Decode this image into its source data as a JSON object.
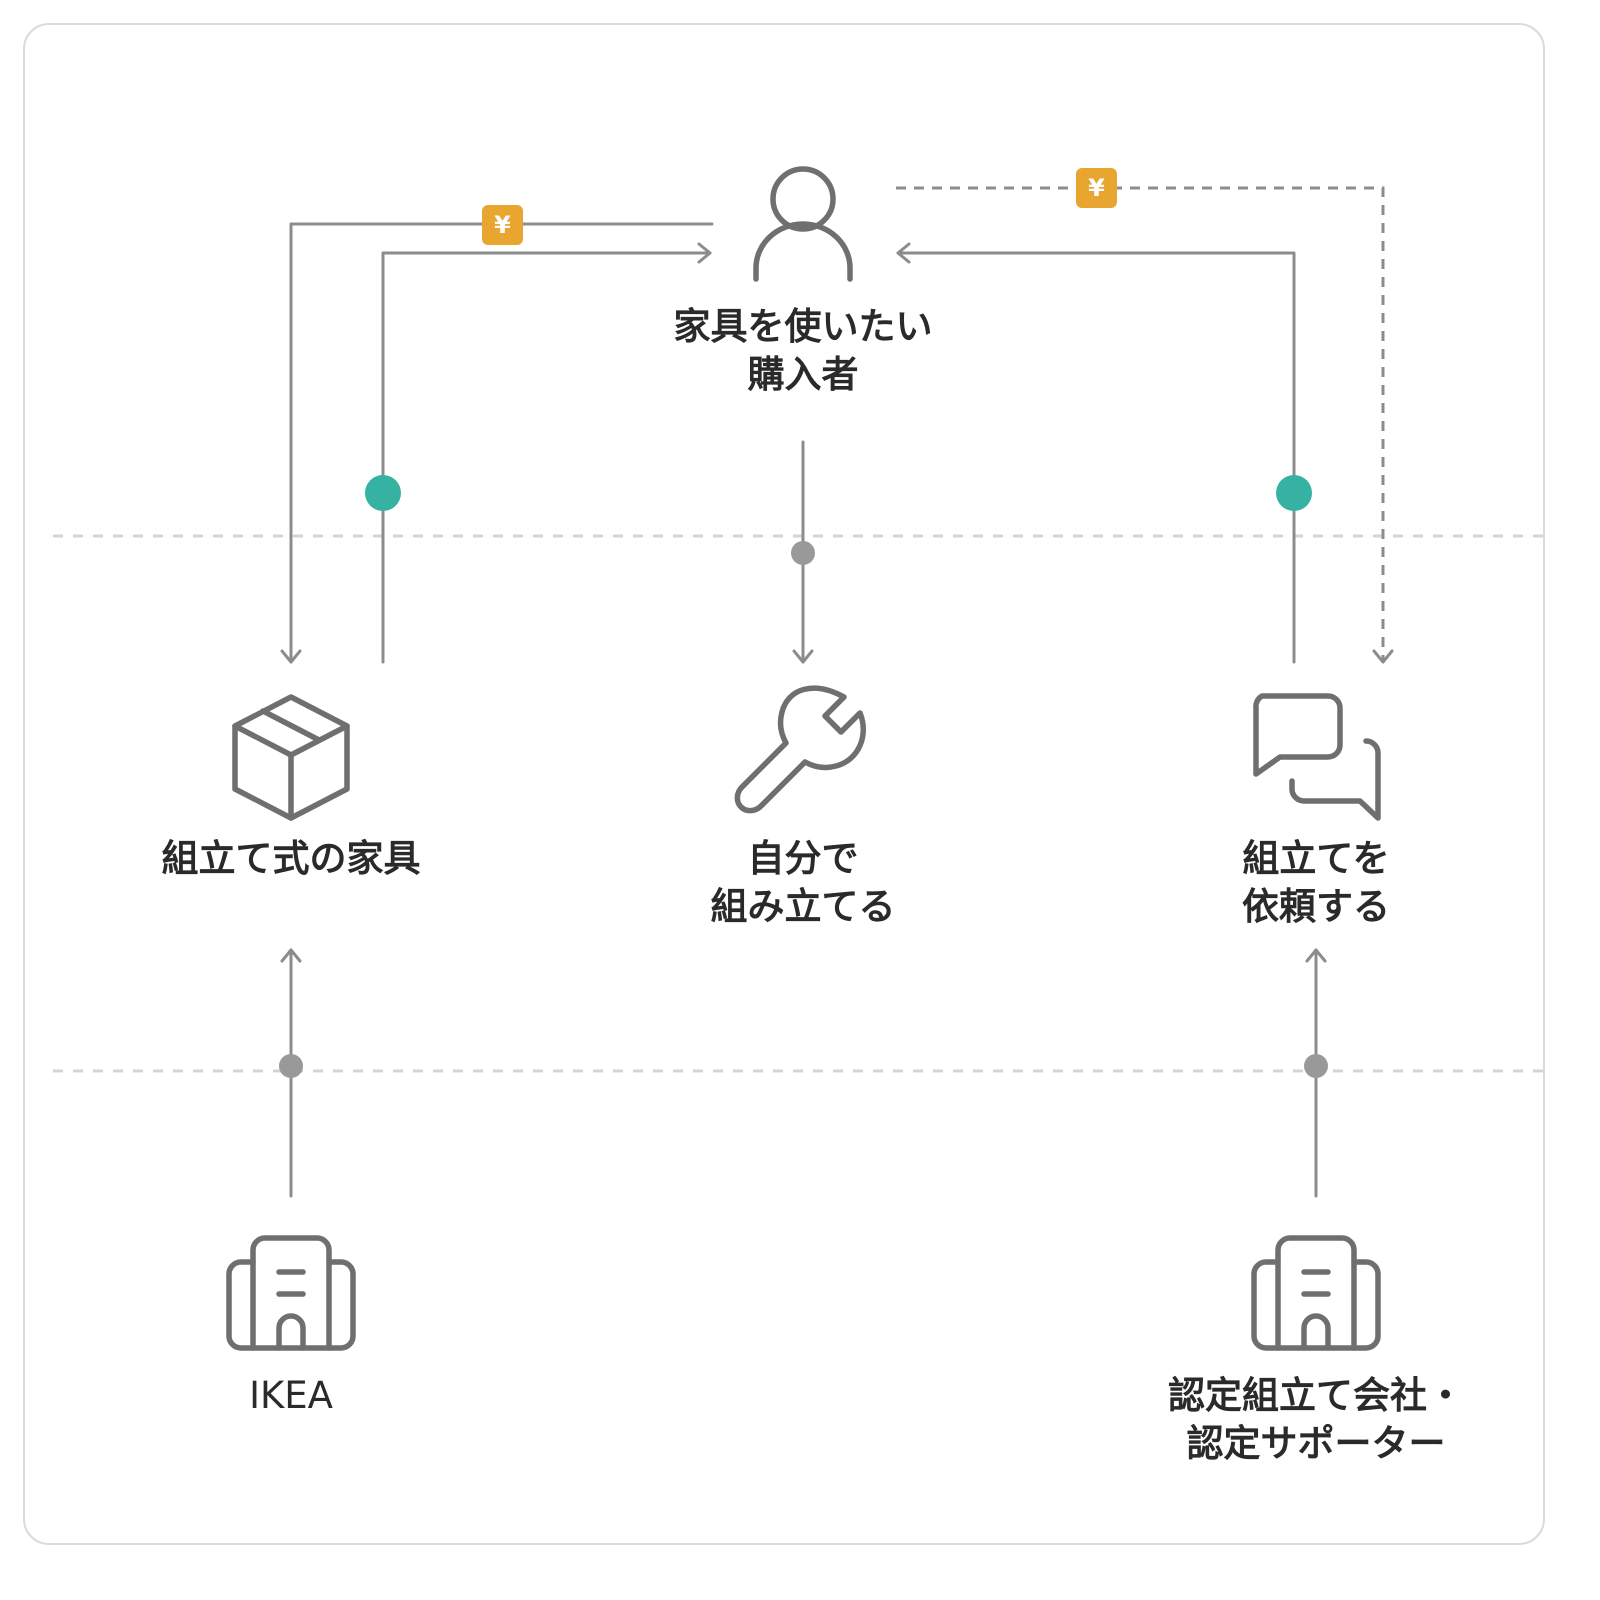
{
  "nodes": {
    "buyer": {
      "icon": "person-icon",
      "lines": [
        "家具を使いたい",
        "購入者"
      ]
    },
    "furniture": {
      "icon": "box-icon",
      "lines": [
        "組立て式の家具"
      ]
    },
    "self_assembly": {
      "icon": "wrench-icon",
      "lines": [
        "自分で",
        "組み立てる"
      ]
    },
    "request_assembly": {
      "icon": "chat-bubbles-icon",
      "lines": [
        "組立てを",
        "依頼する"
      ]
    },
    "ikea": {
      "icon": "building-icon",
      "lines": [
        "IKEA"
      ]
    },
    "assembler": {
      "icon": "building-icon",
      "lines": [
        "認定組立て会社・",
        "認定サポーター"
      ]
    }
  },
  "badges": {
    "yen_symbol": "¥"
  },
  "colors": {
    "icon_stroke": "#6f6f6f",
    "line": "#8c8c8c",
    "separator": "#d4d4d4",
    "yen_badge": "#e8a630",
    "teal_dot": "#35b2a2",
    "gray_dot": "#999999",
    "text": "#2a2a2a",
    "border": "#dadada"
  }
}
